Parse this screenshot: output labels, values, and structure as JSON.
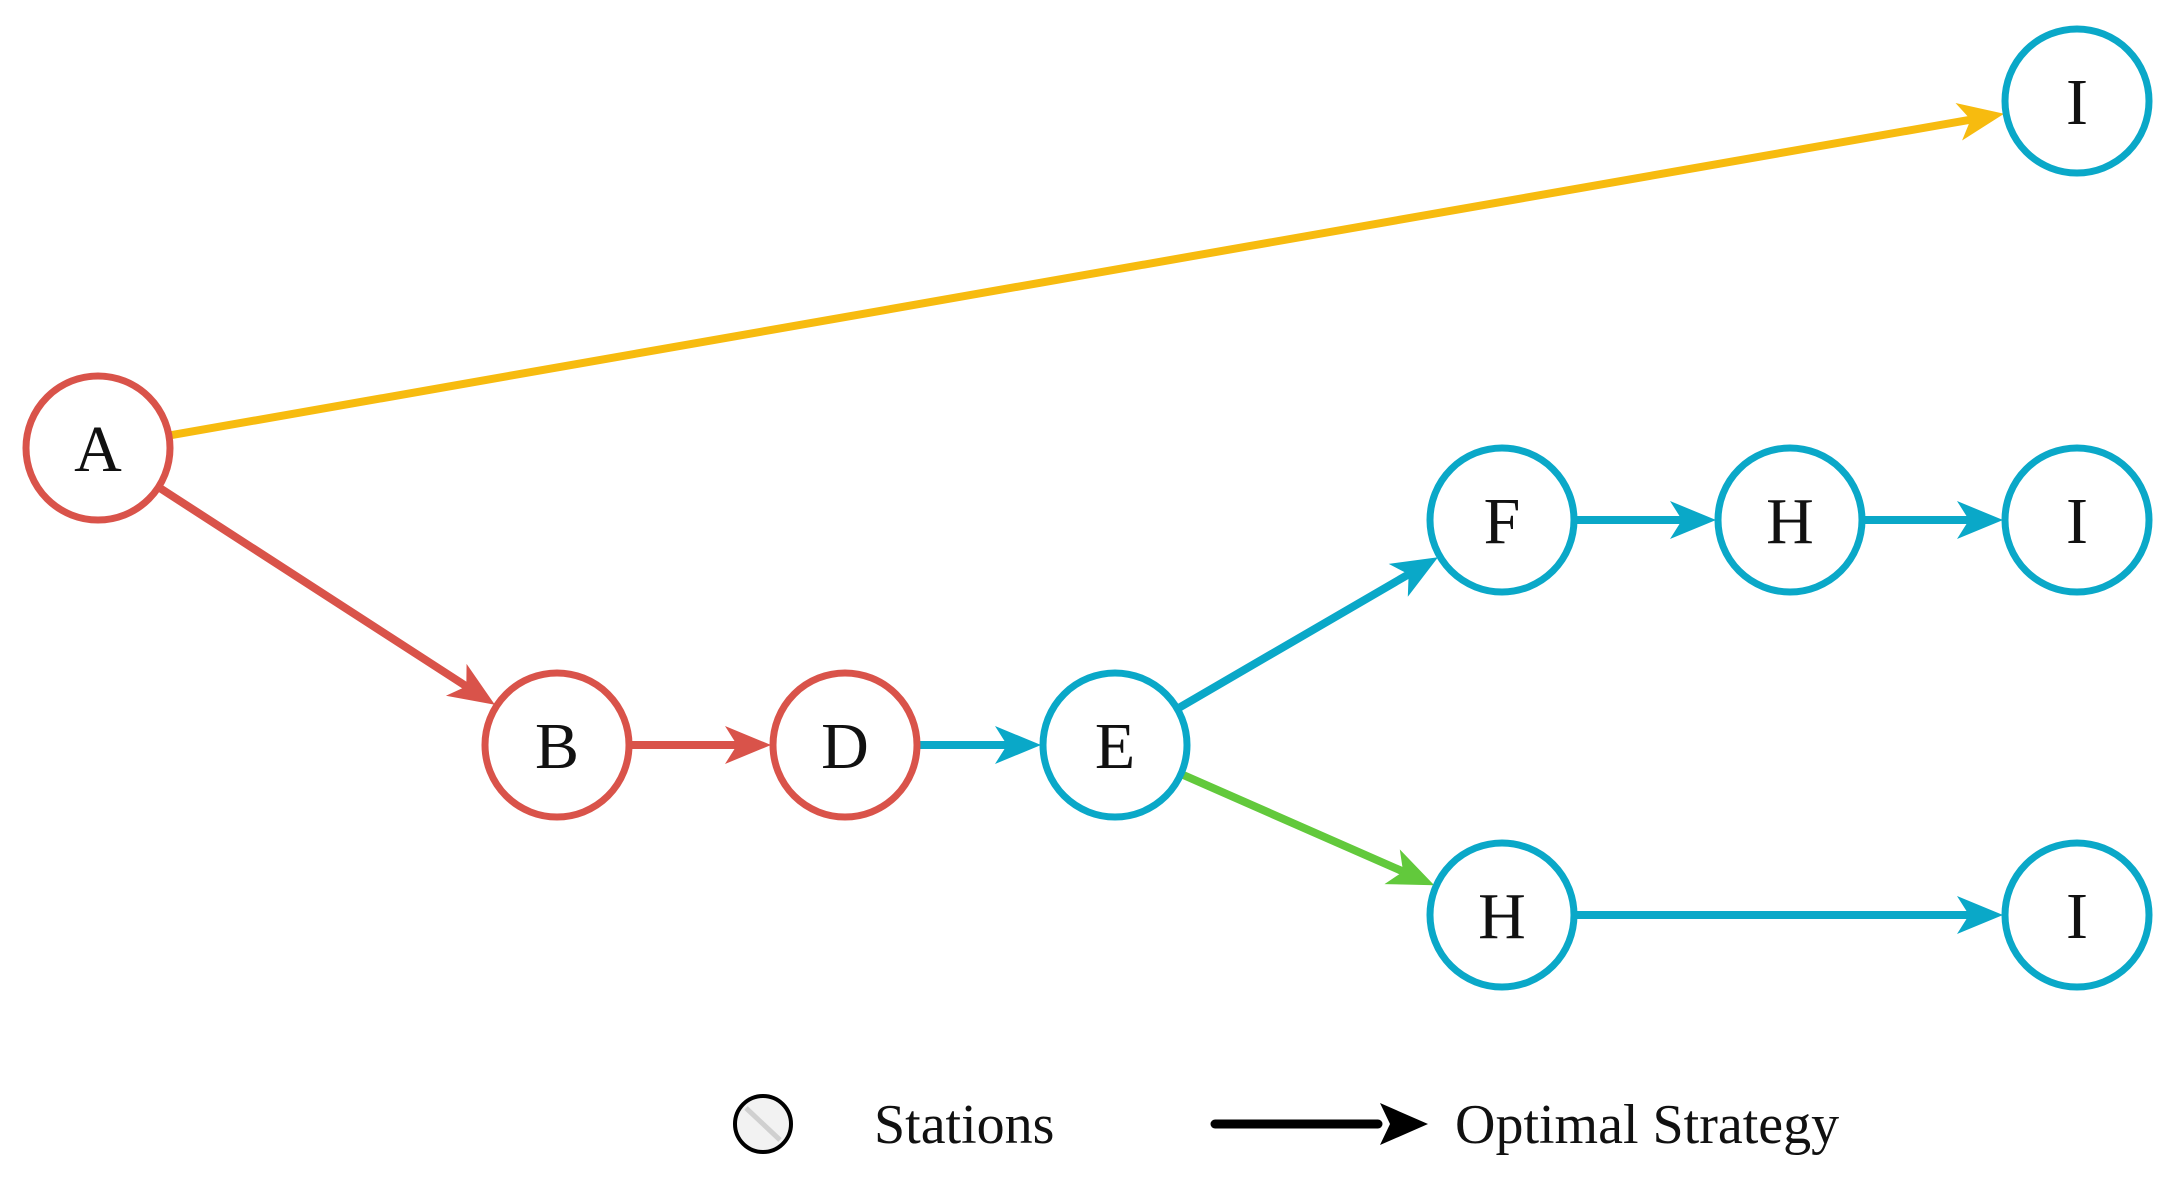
{
  "colors": {
    "red": "#d9534a",
    "cyan": "#0aa8c8",
    "yellow": "#f7bb0f",
    "green": "#62c93c",
    "black": "#000000"
  },
  "nodes": [
    {
      "id": "A",
      "label": "A",
      "color": "red"
    },
    {
      "id": "B",
      "label": "B",
      "color": "red"
    },
    {
      "id": "D",
      "label": "D",
      "color": "red"
    },
    {
      "id": "E",
      "label": "E",
      "color": "cyan"
    },
    {
      "id": "F",
      "label": "F",
      "color": "cyan"
    },
    {
      "id": "H1",
      "label": "H",
      "color": "cyan"
    },
    {
      "id": "I1",
      "label": "I",
      "color": "cyan"
    },
    {
      "id": "H2",
      "label": "H",
      "color": "cyan"
    },
    {
      "id": "I2",
      "label": "I",
      "color": "cyan"
    },
    {
      "id": "I3",
      "label": "I",
      "color": "cyan"
    }
  ],
  "edges": [
    {
      "from": "A",
      "to": "I3",
      "color": "yellow"
    },
    {
      "from": "A",
      "to": "B",
      "color": "red"
    },
    {
      "from": "B",
      "to": "D",
      "color": "red"
    },
    {
      "from": "D",
      "to": "E",
      "color": "cyan"
    },
    {
      "from": "E",
      "to": "F",
      "color": "cyan"
    },
    {
      "from": "F",
      "to": "H1",
      "color": "cyan"
    },
    {
      "from": "H1",
      "to": "I1",
      "color": "cyan"
    },
    {
      "from": "E",
      "to": "H2",
      "color": "green"
    },
    {
      "from": "H2",
      "to": "I2",
      "color": "cyan"
    }
  ],
  "legend": {
    "stations_label": "Stations",
    "strategy_label": "Optimal Strategy"
  }
}
